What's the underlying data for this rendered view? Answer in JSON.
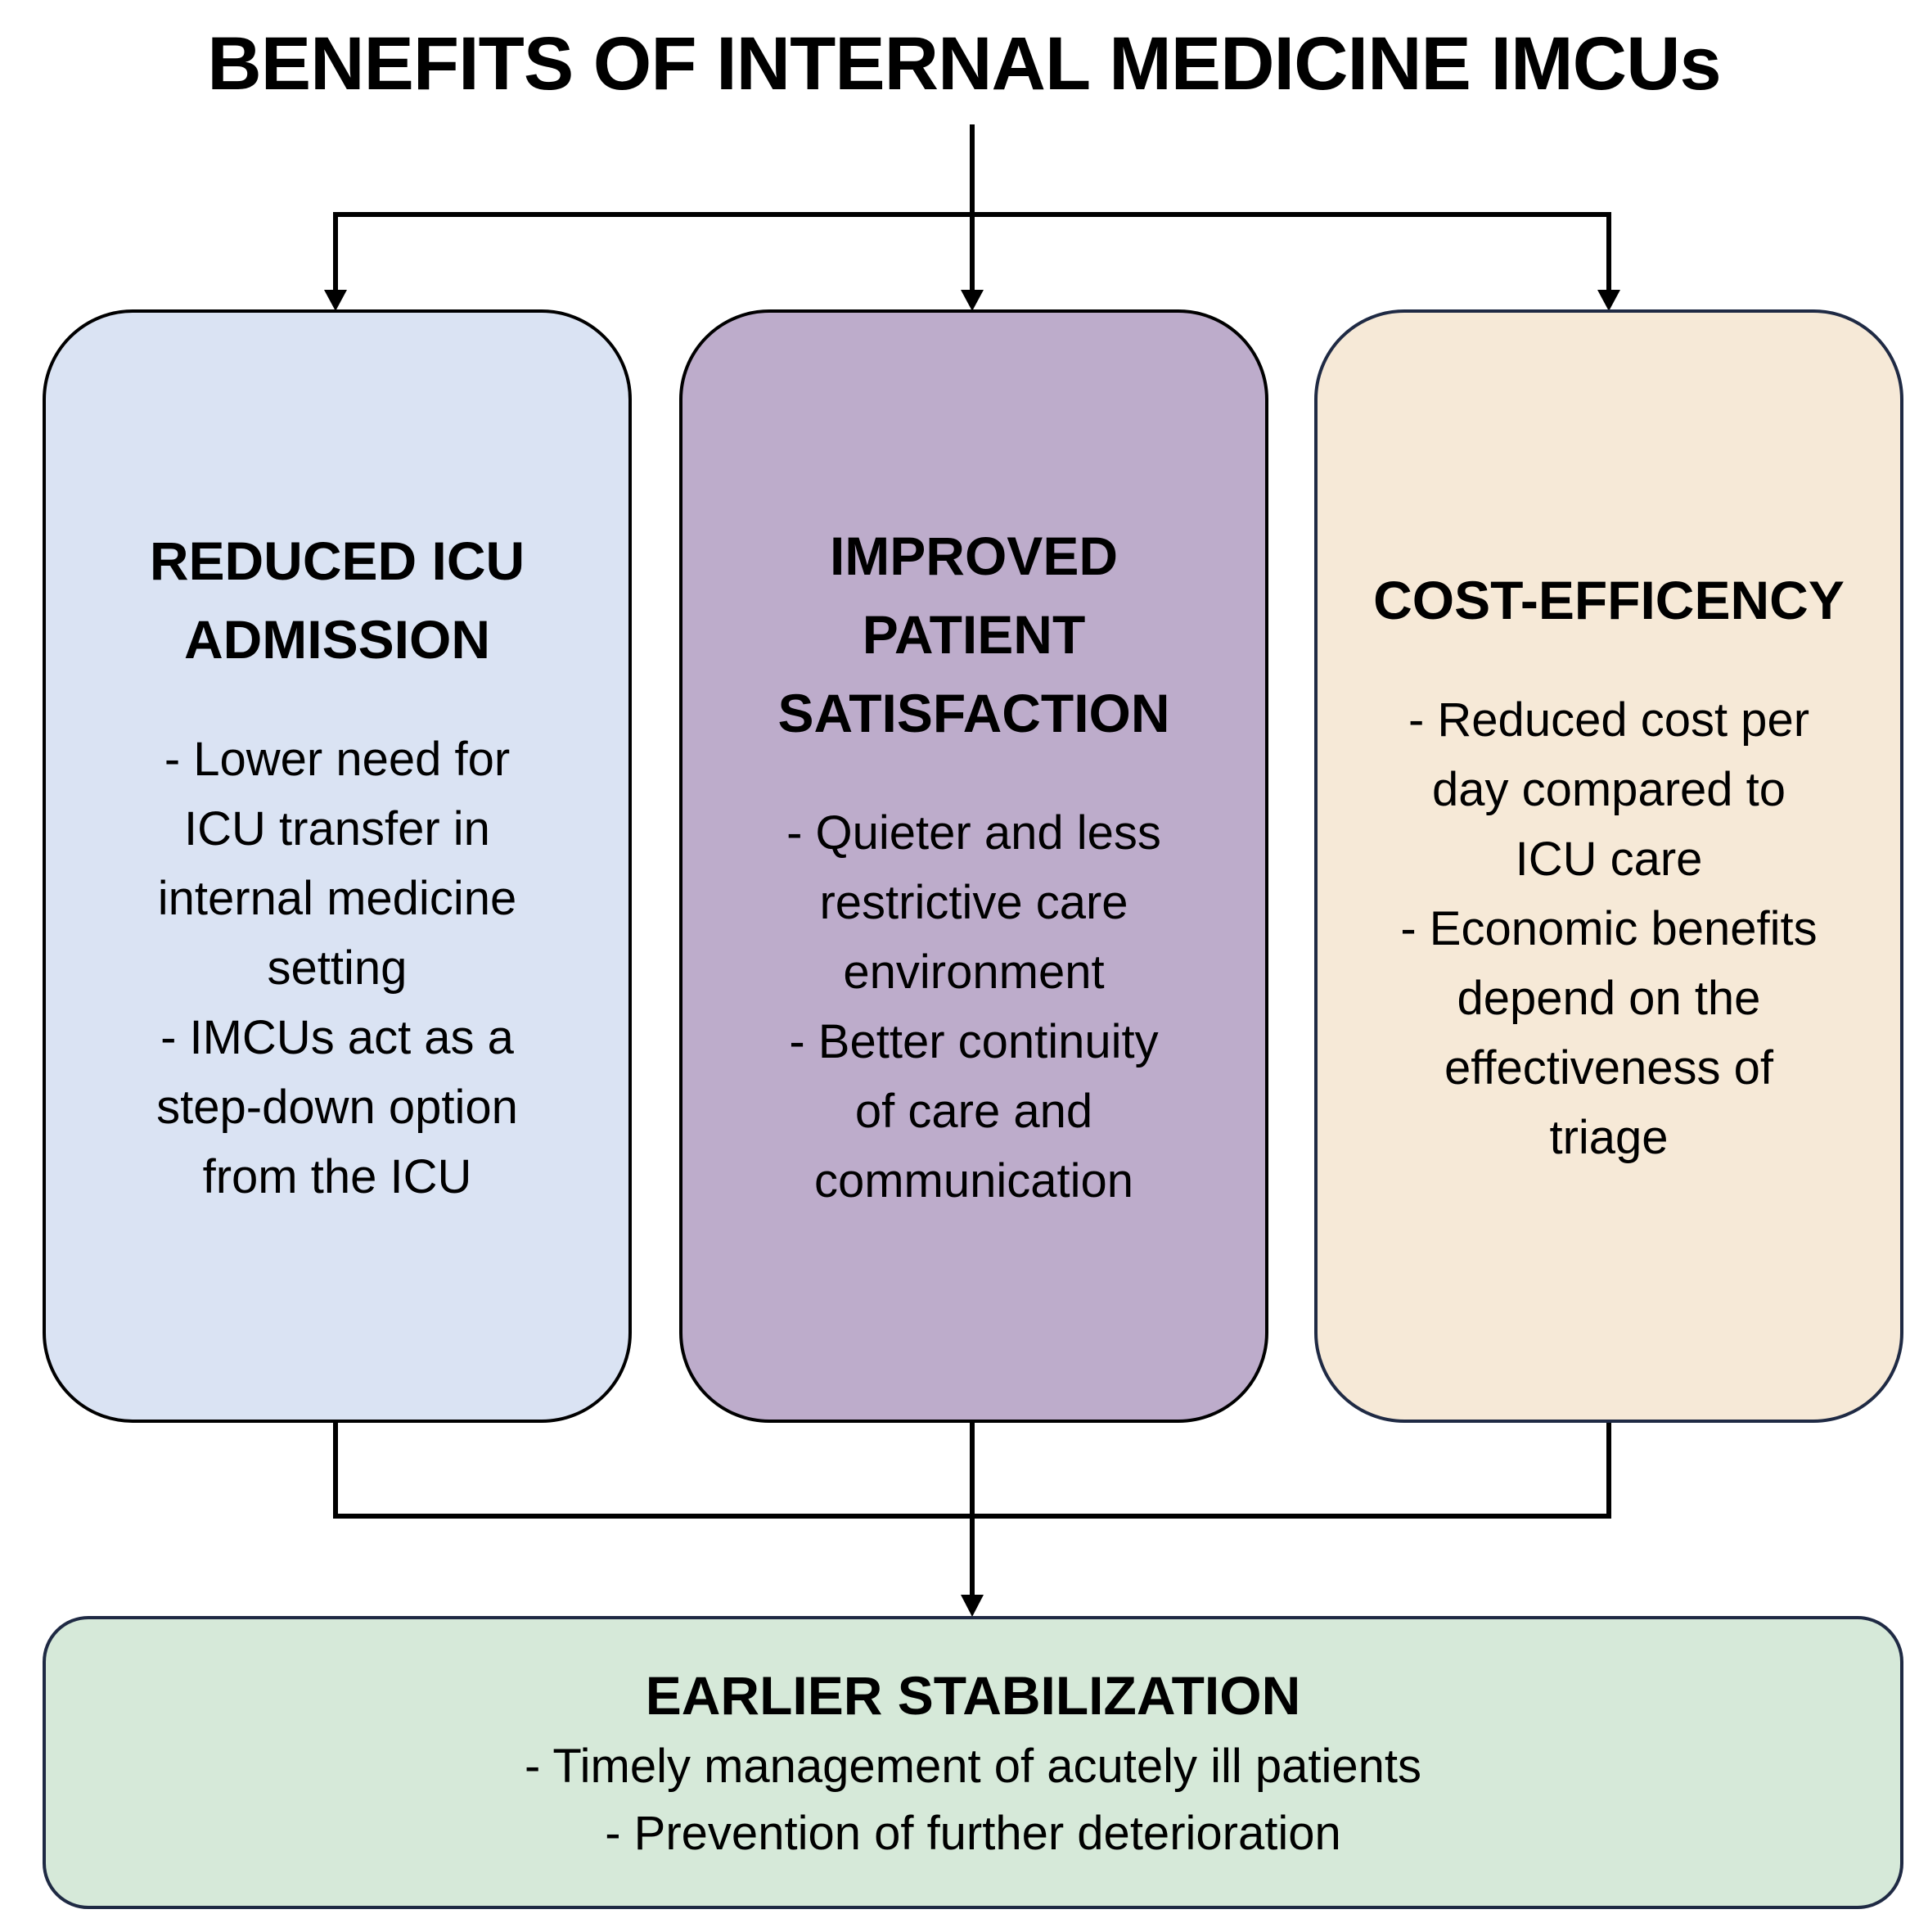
{
  "title": "BENEFITS OF INTERNAL MEDICINE IMCUs",
  "colors": {
    "box_reduced_icu": "#dae3f3",
    "box_patient_satisfaction": "#bdaccb",
    "box_cost_efficiency": "#f6e9d7",
    "box_earlier_stabilization": "#d6e9d9",
    "connector": "#000000"
  },
  "boxes": [
    {
      "heading": [
        "REDUCED ICU",
        "ADMISSION"
      ],
      "body": [
        "- Lower need for",
        "ICU transfer in",
        "internal medicine",
        "setting",
        "- IMCUs act as a",
        "step-down option",
        "from the ICU"
      ]
    },
    {
      "heading": [
        "IMPROVED",
        "PATIENT",
        "SATISFACTION"
      ],
      "body": [
        "- Quieter and less",
        "restrictive care",
        "environment",
        "- Better continuity",
        "of care and",
        "communication"
      ]
    },
    {
      "heading": [
        "COST-EFFICENCY"
      ],
      "body": [
        "- Reduced cost per",
        "day compared to",
        "ICU care",
        "- Economic benefits",
        "depend on the",
        "effectiveness of",
        "triage"
      ]
    }
  ],
  "bottom": {
    "heading": "EARLIER STABILIZATION",
    "body": [
      "- Timely management of acutely ill patients",
      "- Prevention of further deterioration"
    ]
  }
}
